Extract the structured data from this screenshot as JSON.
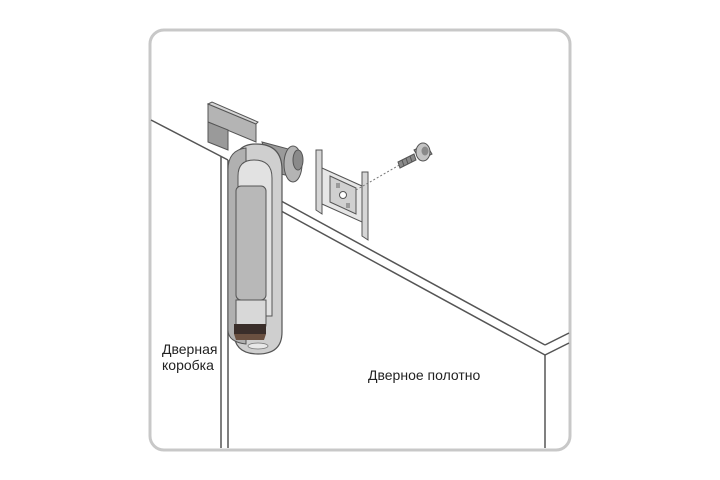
{
  "labels": {
    "door_frame_line1": "Дверная",
    "door_frame_line2": "коробка",
    "door_leaf": "Дверное полотно"
  },
  "colors": {
    "border": "#c8c8c8",
    "line": "#555555",
    "metal_dark": "#8a8a8a",
    "metal_mid": "#b4b4b4",
    "metal_light": "#d6d6d6",
    "handle_tip": "#3a2e2a"
  },
  "icons": {
    "latch": "swinghandle-lock-icon",
    "bracket": "mounting-bracket-icon",
    "screw": "screw-icon"
  }
}
